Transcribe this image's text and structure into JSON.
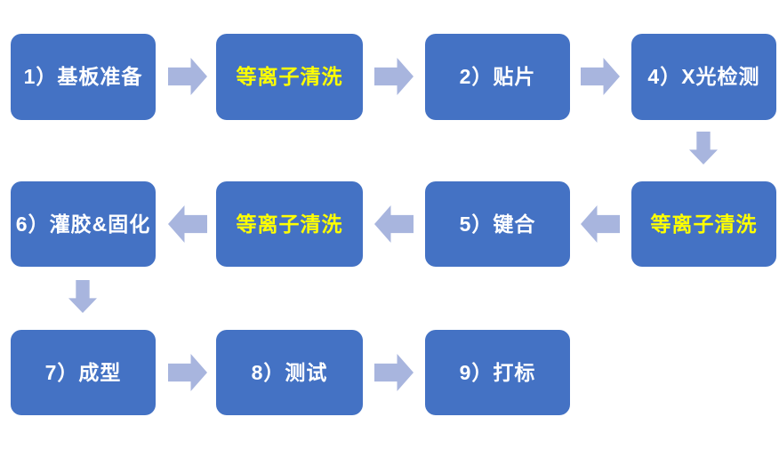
{
  "colors": {
    "background": "#ffffff",
    "box": "#4472c4",
    "arrow": "#a8b5de",
    "text": "#ffffff",
    "highlight_text": "#ffff00"
  },
  "flow": {
    "type": "process-flowchart",
    "nodes": [
      {
        "label": "1）基板准备",
        "highlight": false
      },
      {
        "label": "等离子清洗",
        "highlight": true
      },
      {
        "label": "2）贴片",
        "highlight": false
      },
      {
        "label": "4）X光检测",
        "highlight": false
      },
      {
        "label": "6）灌胶&固化",
        "highlight": false
      },
      {
        "label": "等离子清洗",
        "highlight": true
      },
      {
        "label": "5）键合",
        "highlight": false
      },
      {
        "label": "等离子清洗",
        "highlight": true
      },
      {
        "label": "7）成型",
        "highlight": false
      },
      {
        "label": "8）测试",
        "highlight": false
      },
      {
        "label": "9）打标",
        "highlight": false
      }
    ],
    "arrows": [
      {
        "dir": "right",
        "from": "1）基板准备",
        "to": "等离子清洗"
      },
      {
        "dir": "right",
        "from": "等离子清洗",
        "to": "2）贴片"
      },
      {
        "dir": "right",
        "from": "2）贴片",
        "to": "4）X光检测"
      },
      {
        "dir": "down",
        "from": "4）X光检测",
        "to": "等离子清洗"
      },
      {
        "dir": "left",
        "from": "等离子清洗",
        "to": "5）键合"
      },
      {
        "dir": "left",
        "from": "5）键合",
        "to": "等离子清洗"
      },
      {
        "dir": "left",
        "from": "等离子清洗",
        "to": "6）灌胶&固化"
      },
      {
        "dir": "down",
        "from": "6）灌胶&固化",
        "to": "7）成型"
      },
      {
        "dir": "right",
        "from": "7）成型",
        "to": "8）测试"
      },
      {
        "dir": "right",
        "from": "8）测试",
        "to": "9）打标"
      }
    ]
  }
}
